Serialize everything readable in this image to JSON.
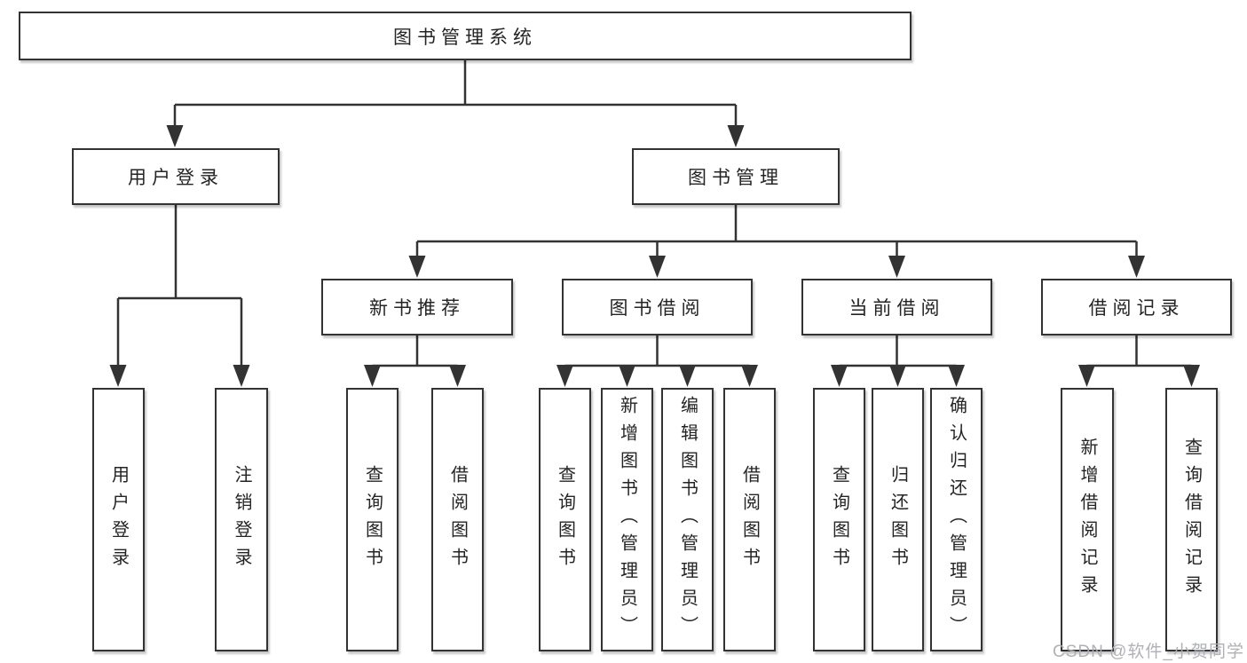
{
  "tree": {
    "root": "图书管理系统",
    "user": {
      "label": "用户登录",
      "children": [
        "用户登录",
        "注销登录"
      ]
    },
    "books": {
      "label": "图书管理",
      "groups": [
        {
          "label": "新书推荐",
          "children": [
            "查询图书",
            "借阅图书"
          ]
        },
        {
          "label": "图书借阅",
          "children": [
            "查询图书",
            "新增图书（管理员）",
            "编辑图书（管理员）",
            "借阅图书"
          ]
        },
        {
          "label": "当前借阅",
          "children": [
            "查询图书",
            "归还图书",
            "确认归还（管理员）"
          ]
        },
        {
          "label": "借阅记录",
          "children": [
            "新增借阅记录",
            "查询借阅记录"
          ]
        }
      ]
    }
  },
  "watermark": "CSDN @软件_小贺同学",
  "colors": {
    "line": "#333333",
    "text": "#242424",
    "box_fill": "#ffffff",
    "watermark": "#acadb2"
  }
}
